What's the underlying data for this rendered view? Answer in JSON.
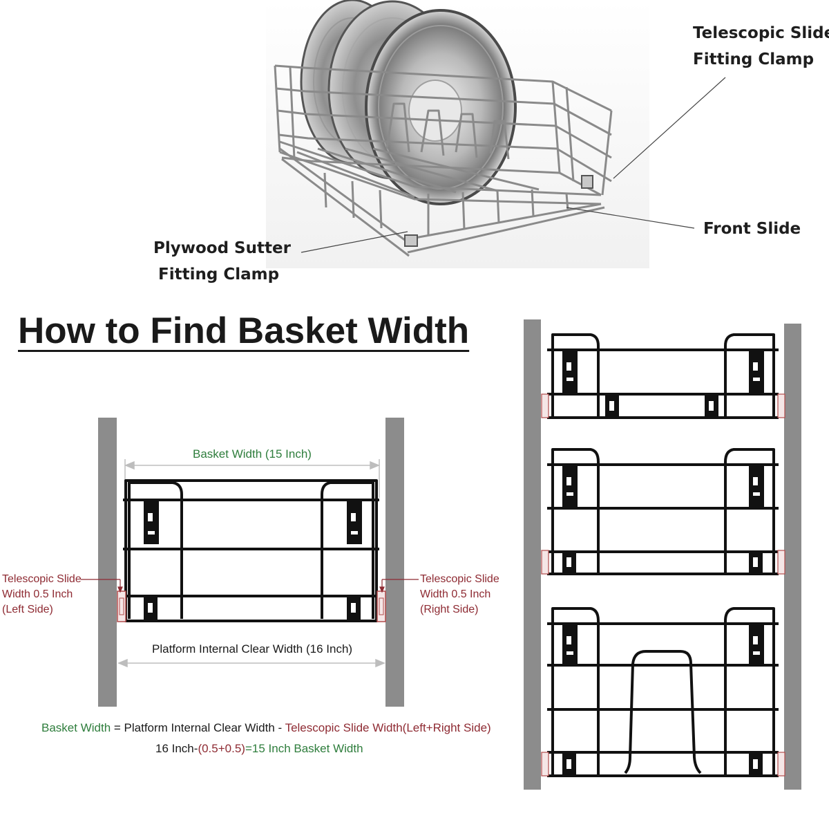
{
  "callouts": {
    "telescopic_clamp": [
      "Telescopic Slide",
      "Fitting Clamp"
    ],
    "front_slide": "Front Slide",
    "plywood_clamp": [
      "Plywood Sutter",
      "Fitting Clamp"
    ]
  },
  "heading": "How to Find Basket Width",
  "diagram": {
    "basket_width": "Basket Width (15 Inch)",
    "left_slide": [
      "Telescopic Slide",
      "Width 0.5 Inch",
      "(Left Side)"
    ],
    "right_slide": [
      "Telescopic Slide",
      "Width 0.5 Inch",
      "(Right Side)"
    ],
    "platform_width": "Platform Internal Clear Width (16 Inch)"
  },
  "formula": {
    "line1": {
      "part1": "Basket Width",
      "part2": " = Platform Internal Clear Width - ",
      "part3": "Telescopic Slide Width(Left+Right Side)"
    },
    "line2": {
      "part1": "16 Inch-",
      "part2": "(0.5+0.5)",
      "part3": "=15 Inch Basket Width"
    }
  },
  "colors": {
    "maroon": "#8e2a32",
    "green": "#2e7d3c",
    "panel_gray": "#8c8c8c",
    "wire": "#111111"
  }
}
